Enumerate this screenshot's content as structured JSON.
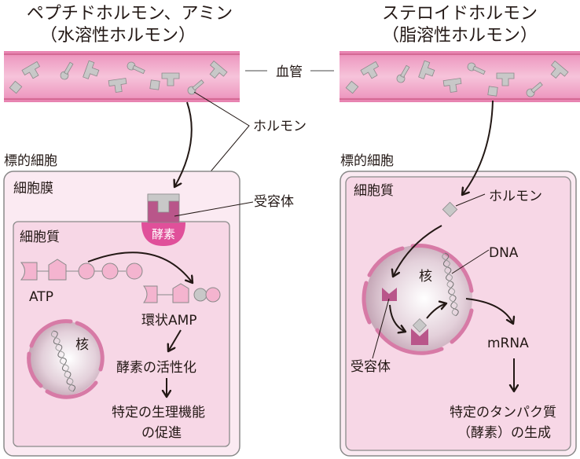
{
  "left_panel": {
    "title_line1": "ペプチドホルモン、アミン",
    "title_line2": "（水溶性ホルモン）",
    "target_cell_label": "標的細胞",
    "cell_membrane_label": "細胞膜",
    "cytoplasm_label": "細胞質",
    "enzyme_label": "酵素",
    "atp_label": "ATP",
    "camp_label": "環状AMP",
    "nucleus_label": "核",
    "step_enzyme_activation": "酵素の活性化",
    "step_result_line1": "特定の生理機能",
    "step_result_line2": "の促進"
  },
  "right_panel": {
    "title_line1": "ステロイドホルモン",
    "title_line2": "（脂溶性ホルモン）",
    "target_cell_label": "標的細胞",
    "cytoplasm_label": "細胞質",
    "hormone_label": "ホルモン",
    "dna_label": "DNA",
    "nucleus_label": "核",
    "receptor_label": "受容体",
    "mrna_label": "mRNA",
    "step_result_line1": "特定のタンパク質",
    "step_result_line2": "（酵素）の生成"
  },
  "shared": {
    "blood_vessel_label": "血管",
    "hormone_label": "ホルモン",
    "receptor_label": "受容体"
  },
  "colors": {
    "vessel_pink": "#f0a6c8",
    "vessel_edge": "#c8537f",
    "hormone_gray": "#c8c8c8",
    "cell_outer": "#fbeaf2",
    "cell_inner": "#f7d7e6",
    "receptor_magenta": "#b9568a",
    "enzyme_pink": "#e0509a",
    "nucleus_ring": "#d77aa6",
    "text": "#231815"
  }
}
